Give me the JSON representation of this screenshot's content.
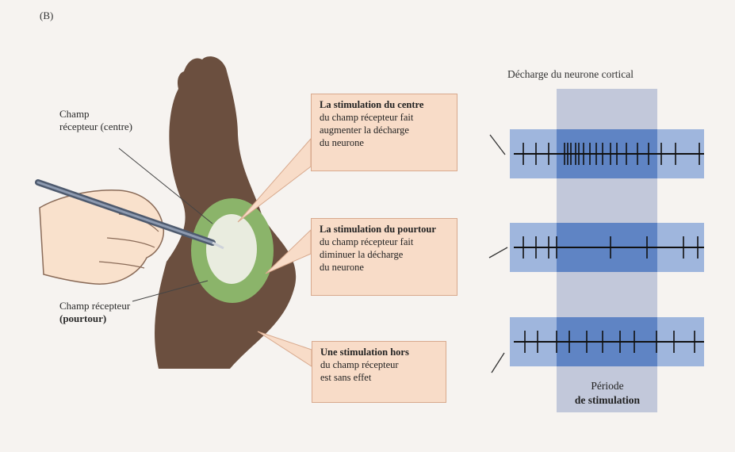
{
  "panel_label": "(B)",
  "labels": {
    "champ_centre": [
      "Champ",
      "récepteur (centre)"
    ],
    "champ_pourtour": [
      "Champ récepteur",
      "(pourtour)"
    ]
  },
  "callouts": [
    {
      "lines": [
        "La stimulation du centre",
        "du champ récepteur fait",
        "augmenter la décharge",
        "du neurone"
      ],
      "bold_lines": [
        0
      ]
    },
    {
      "lines": [
        "La stimulation du pourtour",
        "du champ récepteur fait",
        "diminuer la décharge",
        "du neurone"
      ],
      "bold_lines": [
        0
      ]
    },
    {
      "lines": [
        "Une stimulation hors",
        "du champ récepteur",
        "est sans effet"
      ],
      "bold_lines": [
        0
      ]
    }
  ],
  "traces_title": "Décharge du neurone cortical",
  "period_label": [
    "Période",
    "de stimulation"
  ],
  "colors": {
    "callout_fill": "#f8dcc8",
    "trace_band": "#9fb6dd",
    "stim_column": "#b9c0d6",
    "stim_overlap": "#5f84c4",
    "skin": "#6b4f3f",
    "receptive_centre": "#e9ecdf",
    "receptive_surround": "#8bb46a"
  },
  "chart_data": {
    "type": "spike-raster",
    "traces": [
      {
        "condition": "centre",
        "spikes": [
          660,
          676,
          692,
          712,
          716,
          720,
          726,
          730,
          736,
          744,
          752,
          760,
          770,
          778,
          790,
          804,
          818,
          834,
          852,
          882
        ]
      },
      {
        "condition": "pourtour",
        "spikes": [
          660,
          676,
          692,
          702,
          770,
          816,
          862,
          880
        ]
      },
      {
        "condition": "hors",
        "spikes": [
          662,
          678,
          702,
          718,
          740,
          760,
          782,
          800,
          828,
          850,
          876
        ]
      }
    ]
  }
}
